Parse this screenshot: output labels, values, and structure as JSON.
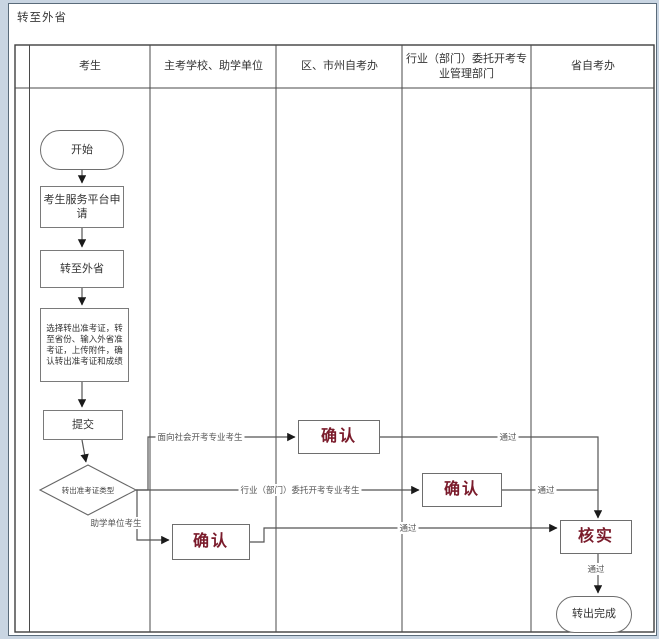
{
  "title": "转至外省",
  "lanes": {
    "candidate": "考生",
    "school": "主考学校、助学单位",
    "district_office": "区、市州自考办",
    "industry_dept": "行业（部门）委托开考专业管理部门",
    "province_office": "省自考办"
  },
  "nodes": {
    "start": "开始",
    "apply": "考生服务平台申请",
    "transfer_out": "转至外省",
    "detail": "选择转出准考证，转至省份、输入外省准考证，上传附件，确认转出准考证和成绩",
    "submit": "提交",
    "decision": "转出准考证类型",
    "confirm": "确认",
    "verify": "核实",
    "done": "转出完成"
  },
  "edges": {
    "social": "面向社会开考专业考生",
    "industry": "行业（部门）委托开考专业考生",
    "assist": "助学单位考生",
    "pass": "通过"
  },
  "colors": {
    "accent": "#7a1b2b",
    "line": "#555555",
    "border": "#7a7a7a"
  }
}
